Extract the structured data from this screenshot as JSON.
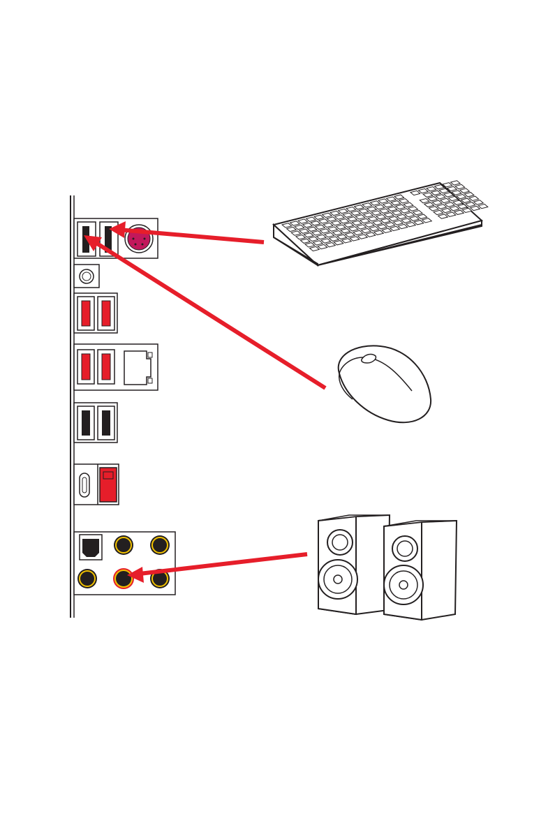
{
  "colors": {
    "arrow": "#e61e2a",
    "usb_red": "#e61e2a",
    "audio_ring": "#f2c200",
    "outline": "#231f20",
    "ps2_fill": "#c2185b"
  },
  "diagram": {
    "panel": {
      "groups": [
        {
          "name": "usb-ps2-group",
          "ports": [
            "usb-black",
            "usb-black",
            "ps2-combo"
          ]
        },
        {
          "name": "bios-flashback-button",
          "ports": [
            "round-button"
          ]
        },
        {
          "name": "usb-group-1",
          "ports": [
            "usb-red",
            "usb-red"
          ]
        },
        {
          "name": "usb-lan-group",
          "ports": [
            "usb-red",
            "usb-red",
            "rj45-lan"
          ]
        },
        {
          "name": "usb-group-2",
          "ports": [
            "usb-black",
            "usb-black"
          ]
        },
        {
          "name": "usb-c-group",
          "ports": [
            "usb-c",
            "usb-red-single"
          ]
        },
        {
          "name": "audio-group",
          "ports": [
            "optical-spdif",
            "audio-jack",
            "audio-jack",
            "audio-jack",
            "audio-jack-line-out",
            "audio-jack"
          ]
        }
      ]
    },
    "devices": [
      {
        "name": "keyboard-icon",
        "connects_to": "ps2-combo"
      },
      {
        "name": "mouse-icon",
        "connects_to": "usb-black"
      },
      {
        "name": "speakers-icon",
        "connects_to": "audio-jack-line-out"
      }
    ]
  }
}
